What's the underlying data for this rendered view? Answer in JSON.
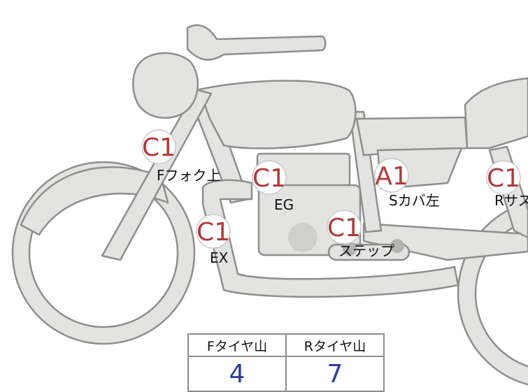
{
  "markers": [
    {
      "grade": "C1",
      "label": "Fフォク上"
    },
    {
      "grade": "C1",
      "label": "EG"
    },
    {
      "grade": "A1",
      "label": "Sカバ左"
    },
    {
      "grade": "C1",
      "label": "Rサス"
    },
    {
      "grade": "C1",
      "label": "EX"
    },
    {
      "grade": "C1",
      "label": "ステップ"
    }
  ],
  "tire_table": {
    "headers": [
      "Fタイヤ山",
      "Rタイヤ山"
    ],
    "values": [
      "4",
      "7"
    ]
  },
  "colors": {
    "grade": "#b23a3a",
    "tread_value": "#2b3e9e",
    "bike_fill": "#e3e4e2",
    "bike_outline": "#8d8f8c"
  }
}
